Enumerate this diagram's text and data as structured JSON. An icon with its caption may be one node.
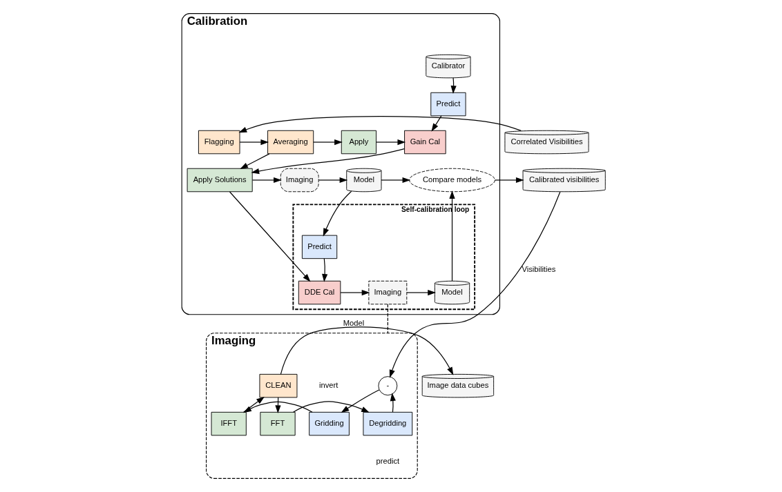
{
  "diagram": {
    "nodes": [
      {
        "text": [
          "Calibration"
        ]
      },
      {
        "text": [
          "Calibrator"
        ],
        "in": 0
      },
      {
        "text": [
          "Predict"
        ],
        "in": 0
      },
      {
        "text": [
          "Flagging"
        ],
        "in": 0
      },
      {
        "text": [
          "Averaging"
        ],
        "in": 0
      },
      {
        "text": [
          "Apply"
        ],
        "in": 0
      },
      {
        "text": [
          "Gain Cal"
        ],
        "in": 0
      },
      {
        "text": [
          "Apply Solutions"
        ],
        "in": 0
      },
      {
        "text": [
          "Imaging"
        ],
        "in": 0
      },
      {
        "text": [
          "Model"
        ],
        "in": 0
      },
      {
        "text": [
          "Compare models"
        ],
        "in": 0
      },
      {
        "text": [
          "Self-calibration loop"
        ],
        "in": 0
      },
      {
        "text": [
          "Predict"
        ],
        "in": 11
      },
      {
        "text": [
          "DDE Cal"
        ],
        "in": 11
      },
      {
        "text": [
          "Imaging"
        ],
        "in": 11
      },
      {
        "text": [
          "Model"
        ],
        "in": 11
      },
      {
        "text": [
          "Correlated Visibilities"
        ]
      },
      {
        "text": [
          "Calibrated visibilities"
        ]
      },
      {
        "text": [
          "Imaging"
        ]
      },
      {
        "text": [
          "-"
        ],
        "in": 18
      },
      {
        "text": [
          "Gridding"
        ],
        "in": 18
      },
      {
        "text": [
          "IFFT"
        ],
        "in": 18
      },
      {
        "text": [
          "CLEAN"
        ],
        "in": 18
      },
      {
        "text": [
          "Degridding"
        ],
        "in": 18
      },
      {
        "text": [
          "FFT"
        ],
        "in": 18
      },
      {
        "text": [
          "Image data cubes"
        ]
      }
    ],
    "edges": [
      {
        "from": 1,
        "to": 2,
        "arrow": "to"
      },
      {
        "from": 2,
        "to": 6,
        "arrow": "to"
      },
      {
        "from": 16,
        "to": 3,
        "arrow": "to"
      },
      {
        "from": 3,
        "to": 4,
        "arrow": "to"
      },
      {
        "from": 4,
        "to": 5,
        "arrow": "to"
      },
      {
        "from": 5,
        "to": 6,
        "arrow": "to"
      },
      {
        "from": 4,
        "to": 7,
        "arrow": "to"
      },
      {
        "from": 6,
        "to": 7,
        "arrow": "to"
      },
      {
        "from": 7,
        "to": 8,
        "arrow": "to"
      },
      {
        "from": 8,
        "to": 9,
        "arrow": "to"
      },
      {
        "from": 9,
        "to": 10,
        "arrow": "to"
      },
      {
        "from": 10,
        "to": 17,
        "arrow": "to"
      },
      {
        "from": 9,
        "to": 12,
        "arrow": "to"
      },
      {
        "from": 12,
        "to": 13,
        "arrow": "to"
      },
      {
        "from": 7,
        "to": 13,
        "arrow": "to"
      },
      {
        "from": 13,
        "to": 14,
        "arrow": "to"
      },
      {
        "from": 14,
        "to": 15,
        "arrow": "to"
      },
      {
        "from": 15,
        "to": 10,
        "arrow": "to"
      },
      {
        "from": 14,
        "to": 18,
        "arrow": "none",
        "style": "dashed"
      },
      {
        "from": 17,
        "to": 19,
        "arrow": "to",
        "label": "Visibilities"
      },
      {
        "from": 19,
        "to": 20,
        "arrow": "to"
      },
      {
        "from": 20,
        "to": 21,
        "arrow": "to"
      },
      {
        "from": 21,
        "to": 22,
        "arrow": "to"
      },
      {
        "from": 22,
        "to": 24,
        "arrow": "to"
      },
      {
        "from": 24,
        "to": 23,
        "arrow": "to"
      },
      {
        "from": 23,
        "to": 19,
        "arrow": "to"
      },
      {
        "from": 22,
        "to": 25,
        "arrow": "to",
        "label": "Model"
      }
    ],
    "labels": [
      "invert",
      "predict"
    ]
  }
}
